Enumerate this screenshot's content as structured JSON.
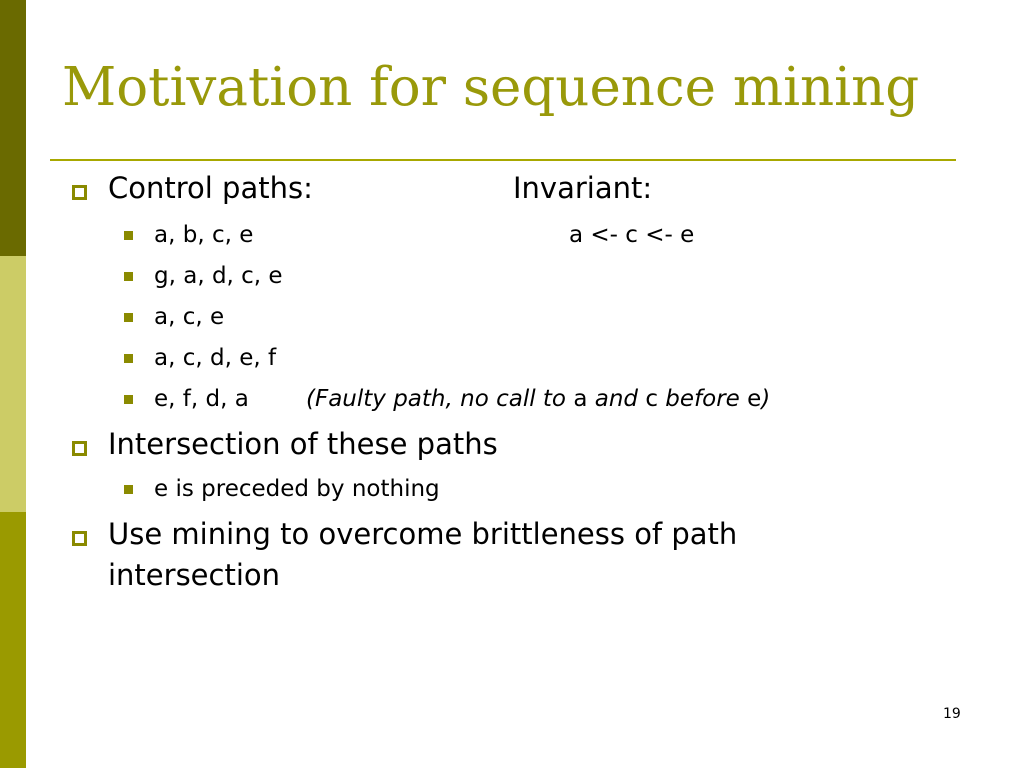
{
  "slide": {
    "title": "Motivation for sequence mining",
    "page_number": "19",
    "colors": {
      "side_top": "#6a6a00",
      "side_mid": "#cccc66",
      "side_bot": "#9a9a00",
      "title": "#99990a",
      "rule": "#a8a800",
      "bullet": "#8a8a00"
    }
  },
  "content": {
    "control_paths_label": "Control paths:",
    "invariant_label": "Invariant:",
    "paths": [
      "a, b, c, e",
      "g, a, d, c, e",
      "a, c, e",
      "a, c, d, e, f",
      "e, f, d, a"
    ],
    "invariant_value": "a <- c <- e",
    "faulty_note": {
      "p1": "(Faulty path, no call to ",
      "c1": "a",
      "p2": " and ",
      "c2": "c",
      "p3": " before ",
      "c3": "e",
      "p4": ")"
    },
    "intersection_label": "Intersection of these paths",
    "intersection_detail": "e is preceded by nothing",
    "mining_line1": "Use mining to overcome brittleness of path",
    "mining_line2": "intersection"
  }
}
